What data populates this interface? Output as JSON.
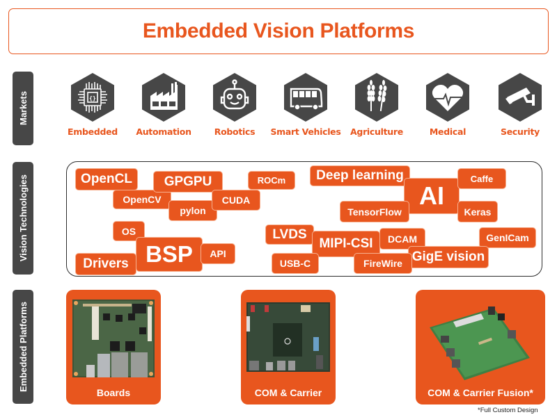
{
  "title": "Embedded Vision Platforms",
  "colors": {
    "accent": "#e8561e",
    "label_bg": "#474747",
    "hex_bg": "#474747",
    "frame": "#2b2b2b"
  },
  "sections": {
    "markets": "Markets",
    "vision": "Vision Technologies",
    "platforms": "Embedded Platforms"
  },
  "markets": [
    {
      "label": "Embedded",
      "icon": "chip-icon"
    },
    {
      "label": "Automation",
      "icon": "factory-icon"
    },
    {
      "label": "Robotics",
      "icon": "robot-icon"
    },
    {
      "label": "Smart Vehicles",
      "icon": "bus-icon"
    },
    {
      "label": "Agriculture",
      "icon": "wheat-icon"
    },
    {
      "label": "Medical",
      "icon": "heart-pulse-icon"
    },
    {
      "label": "Security",
      "icon": "security-camera-icon"
    }
  ],
  "technologies": [
    {
      "id": "opencl",
      "label": "OpenCL"
    },
    {
      "id": "gpgpu",
      "label": "GPGPU"
    },
    {
      "id": "rocm",
      "label": "ROCm"
    },
    {
      "id": "opencv",
      "label": "OpenCV"
    },
    {
      "id": "cuda",
      "label": "CUDA"
    },
    {
      "id": "pylon",
      "label": "pylon"
    },
    {
      "id": "os",
      "label": "OS"
    },
    {
      "id": "bsp",
      "label": "BSP"
    },
    {
      "id": "api",
      "label": "API"
    },
    {
      "id": "drivers",
      "label": "Drivers"
    },
    {
      "id": "deep-learning",
      "label": "Deep learning"
    },
    {
      "id": "ai",
      "label": "AI"
    },
    {
      "id": "caffe",
      "label": "Caffe"
    },
    {
      "id": "tensorflow",
      "label": "TensorFlow"
    },
    {
      "id": "keras",
      "label": "Keras"
    },
    {
      "id": "lvds",
      "label": "LVDS"
    },
    {
      "id": "mipi-csi",
      "label": "MIPI-CSI"
    },
    {
      "id": "dcam",
      "label": "DCAM"
    },
    {
      "id": "genicam",
      "label": "GenICam"
    },
    {
      "id": "usb-c",
      "label": "USB-C"
    },
    {
      "id": "firewire",
      "label": "FireWire"
    },
    {
      "id": "gige-vision",
      "label": "GigE vision"
    }
  ],
  "platforms": [
    {
      "label": "Boards"
    },
    {
      "label": "COM & Carrier"
    },
    {
      "label": "COM & Carrier Fusion*"
    }
  ],
  "footnote": "*Full Custom Design"
}
